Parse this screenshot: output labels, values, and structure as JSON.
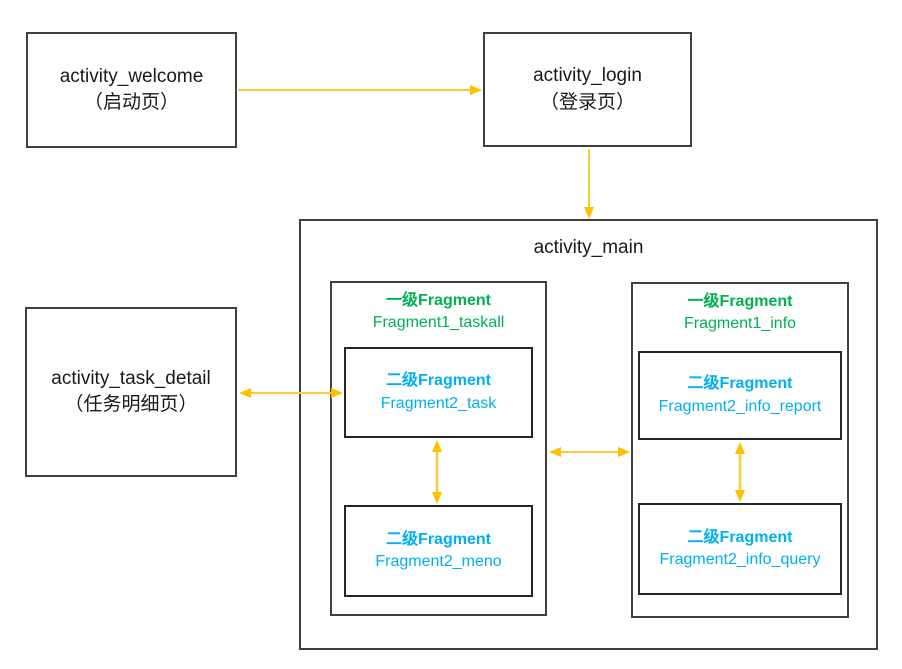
{
  "diagram": {
    "colors": {
      "arrow": "#FFC000",
      "level1_fragment_text": "#00B050",
      "level2_fragment_text": "#00B0F0",
      "box_border": "#3f3f3f"
    },
    "activities": {
      "welcome": {
        "name": "activity_welcome",
        "caption": "（启动页）"
      },
      "login": {
        "name": "activity_login",
        "caption": "（登录页）"
      },
      "task_detail": {
        "name": "activity_task_detail",
        "caption": "（任务明细页）"
      },
      "main": {
        "name": "activity_main"
      }
    },
    "fragments": {
      "taskall": {
        "level": "一级Fragment",
        "name": "Fragment1_taskall"
      },
      "task": {
        "level": "二级Fragment",
        "name": "Fragment2_task"
      },
      "meno": {
        "level": "二级Fragment",
        "name": "Fragment2_meno"
      },
      "info": {
        "level": "一级Fragment",
        "name": "Fragment1_info"
      },
      "info_report": {
        "level": "二级Fragment",
        "name": "Fragment2_info_report"
      },
      "info_query": {
        "level": "二级Fragment",
        "name": "Fragment2_info_query"
      }
    }
  }
}
